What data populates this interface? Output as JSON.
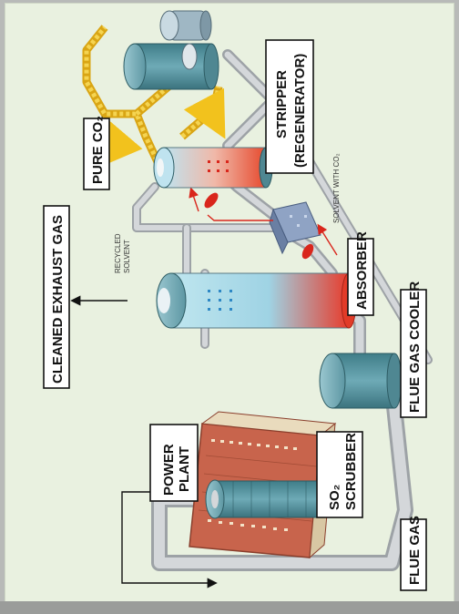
{
  "labels": {
    "power_plant_line1": "POWER",
    "power_plant_line2": "PLANT",
    "so2_scrubber_line1": "SO₂",
    "so2_scrubber_line2": "SCRUBBER",
    "flue_gas": "FLUE GAS",
    "flue_gas_cooler": "FLUE GAS COOLER",
    "cleaned_exhaust_gas": "CLEANED EXHAUST GAS",
    "absorber": "ABSORBER",
    "recycled_solvent_line1": "RECYCLED",
    "recycled_solvent_line2": "SOLVENT",
    "solvent_with_co2": "SOLVENT WITH CO₂",
    "stripper_line1": "STRIPPER",
    "stripper_line2": "(REGENERATOR)",
    "pure_co2": "PURE CO₂"
  },
  "colors": {
    "background": "#e9f1e0",
    "pipe": "#c9ccd0",
    "vessel": "#5e9aa6",
    "hot": "#e0402c",
    "co2_stream": "#f2c21d"
  }
}
